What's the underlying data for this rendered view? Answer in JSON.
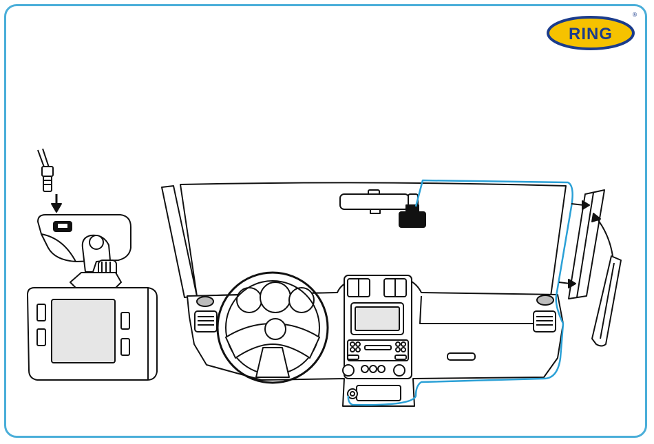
{
  "brand": {
    "name": "RING",
    "registered_mark": "®",
    "colors": {
      "ellipse": "#f6c200",
      "text": "#1b3c8c",
      "outline": "#1b3c8c"
    }
  },
  "colors": {
    "frame": "#4aaed9",
    "cable_route": "#2aa0d6",
    "line": "#111111",
    "shade": "#e6e6e6"
  },
  "illustration": {
    "camera_mount": "dash-camera-with-suction-mount",
    "windscreen": "windscreen-with-mirror-and-camera",
    "dashboard": "car-dashboard-with-steering-wheel",
    "trim_tool": "a-pillar-trim-with-tool"
  }
}
